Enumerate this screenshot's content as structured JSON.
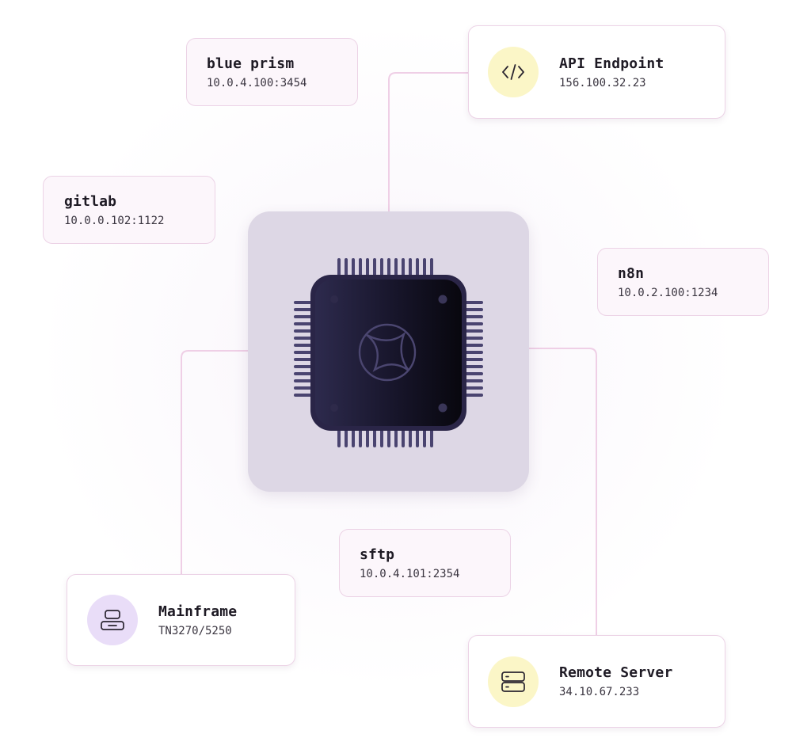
{
  "nodes": {
    "blue_prism": {
      "name": "blue prism",
      "address": "10.0.4.100:3454"
    },
    "api_endpoint": {
      "name": "API Endpoint",
      "address": "156.100.32.23",
      "icon": "code-icon"
    },
    "gitlab": {
      "name": "gitlab",
      "address": "10.0.0.102:1122"
    },
    "n8n": {
      "name": "n8n",
      "address": "10.0.2.100:1234"
    },
    "sftp": {
      "name": "sftp",
      "address": "10.0.4.101:2354"
    },
    "mainframe": {
      "name": "Mainframe",
      "address": "TN3270/5250",
      "icon": "mainframe-icon"
    },
    "remote_server": {
      "name": "Remote Server",
      "address": "34.10.67.233",
      "icon": "server-icon"
    }
  },
  "colors": {
    "node_border": "#ecd3e6",
    "node_fill": "#fcf6fb",
    "connector": "#efcfe6",
    "chip_card": "#ddd7e5",
    "chip_body": "#141225",
    "chip_pins": "#4a4470",
    "icon_yellow": "#fbf6c7",
    "icon_purple": "#e9ddf8"
  }
}
